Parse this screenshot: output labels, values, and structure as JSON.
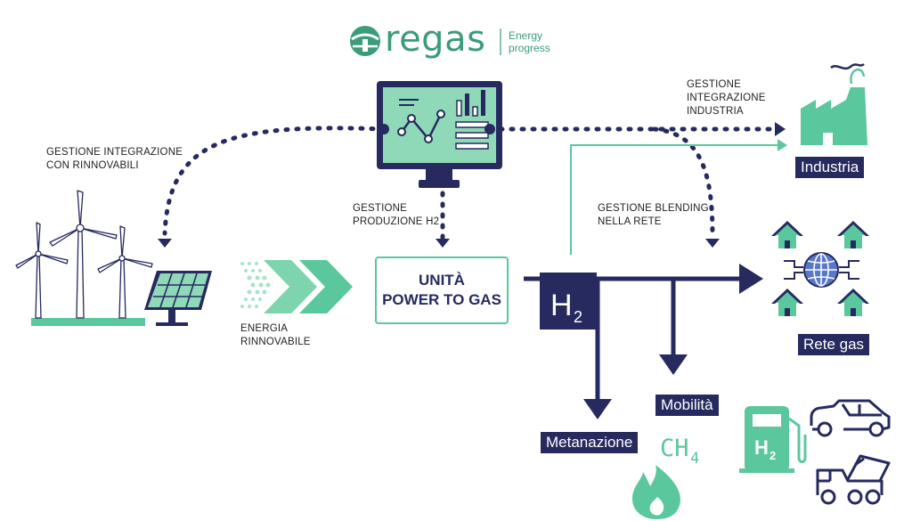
{
  "brand": {
    "name": "regas",
    "tagline_line1": "Energy",
    "tagline_line2": "progress"
  },
  "labels": {
    "gestione_rinnovabili_line1": "GESTIONE INTEGRAZIONE",
    "gestione_rinnovabili_line2": "CON RINNOVABILI",
    "gestione_industria_line1": "GESTIONE",
    "gestione_industria_line2": "INTEGRAZIONE",
    "gestione_industria_line3": "INDUSTRIA",
    "gestione_produzione_line1": "GESTIONE",
    "gestione_produzione_line2": "PRODUZIONE H2",
    "gestione_blending_line1": "GESTIONE BLENDING",
    "gestione_blending_line2": "NELLA RETE",
    "energia_line1": "ENERGIA",
    "energia_line2": "RINNOVABILE"
  },
  "power_to_gas": {
    "line1": "UNITÀ",
    "line2": "POWER TO GAS"
  },
  "h2": {
    "symbol": "H",
    "subscript": "2"
  },
  "ch4": {
    "symbol": "CH",
    "subscript": "4"
  },
  "pump_h2": {
    "symbol": "H",
    "subscript": "2"
  },
  "destinations": {
    "industria": "Industria",
    "rete_gas": "Rete gas",
    "mobilita": "Mobilità",
    "metanazione": "Metanazione"
  },
  "colors": {
    "navy": "#262a5e",
    "green": "#5bc79c",
    "brand_green": "#3a9d77",
    "light_green": "#a9e3c9"
  }
}
